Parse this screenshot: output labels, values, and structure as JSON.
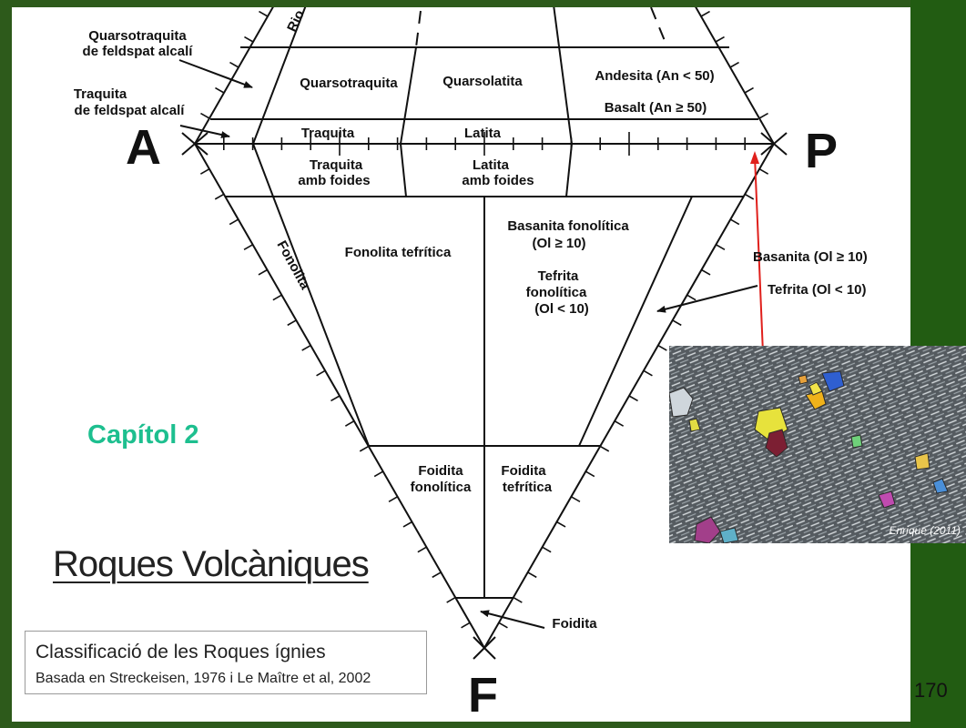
{
  "slide": {
    "chapter": "Capítol 2",
    "section_title": "Roques Volcàniques",
    "caption_line1": "Classificació de les Roques ígnies",
    "caption_line2": "Basada en Streckeisen, 1976 i Le Maître et al, 2002",
    "page_number": "170",
    "photo_credit": "Enrique (2011)"
  },
  "diagram": {
    "vertices": {
      "a": "A",
      "p": "P",
      "f": "F"
    },
    "fields": {
      "rio_cut": "Rio",
      "quarsotraquita_fa_line1": "Quarsotraquita",
      "quarsotraquita_fa_line2": "de feldspat alcalí",
      "quarsotraquita": "Quarsotraquita",
      "quarsolatita": "Quarsolatita",
      "andesita": "Andesita (An < 50)",
      "basalt": "Basalt (An ≥ 50)",
      "traquita_fa_line1": "Traquita",
      "traquita_fa_line2": "de feldspat alcalí",
      "traquita": "Traquita",
      "latita": "Latita",
      "traquita_foides_line1": "Traquita",
      "traquita_foides_line2": "amb foides",
      "latita_foides_line1": "Latita",
      "latita_foides_line2": "amb foides",
      "fonolita": "Fonolita",
      "fonolita_tefritica": "Fonolita tefrítica",
      "basanita_fonolitica_line1": "Basanita fonolítica",
      "basanita_fonolitica_line2": "(Ol ≥ 10)",
      "tefrita_fonolitica_line1": "Tefrita",
      "tefrita_fonolitica_line2": "fonolítica",
      "tefrita_fonolitica_line3": "(Ol < 10)",
      "basanita": "Basanita (Ol ≥ 10)",
      "tefrita": "Tefrita (Ol < 10)",
      "foidita_fonolitica_line1": "Foidita",
      "foidita_fonolitica_line2": "fonolítica",
      "foidita_tefritica_line1": "Foidita",
      "foidita_tefritica_line2": "tefrítica",
      "foidita": "Foidita"
    }
  },
  "colors": {
    "background_green": "#2d5a1b",
    "chapter_text": "#1dbf8f",
    "pointer_red": "#e0201c"
  }
}
